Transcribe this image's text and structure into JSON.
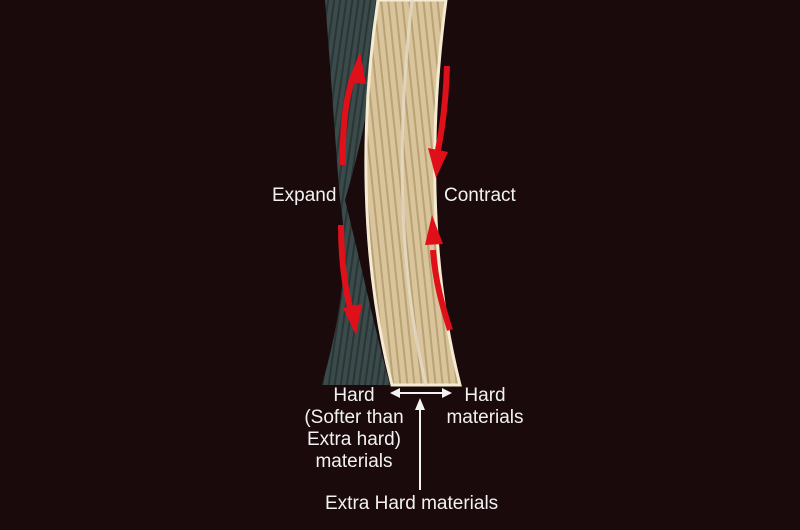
{
  "diagram": {
    "labels": {
      "expand": "Expand",
      "contract": "Contract",
      "left_material": [
        "Hard",
        "(Softer than",
        "Extra hard)",
        "materials"
      ],
      "right_material": [
        "Hard",
        "materials"
      ],
      "core_material": "Extra Hard materials"
    },
    "colors": {
      "background": "#1a0a0b",
      "outer_layer": "#3a4a4a",
      "core_layer": "#d6c29a",
      "arrow": "#e0101a",
      "text": "#f2f2f2"
    }
  }
}
